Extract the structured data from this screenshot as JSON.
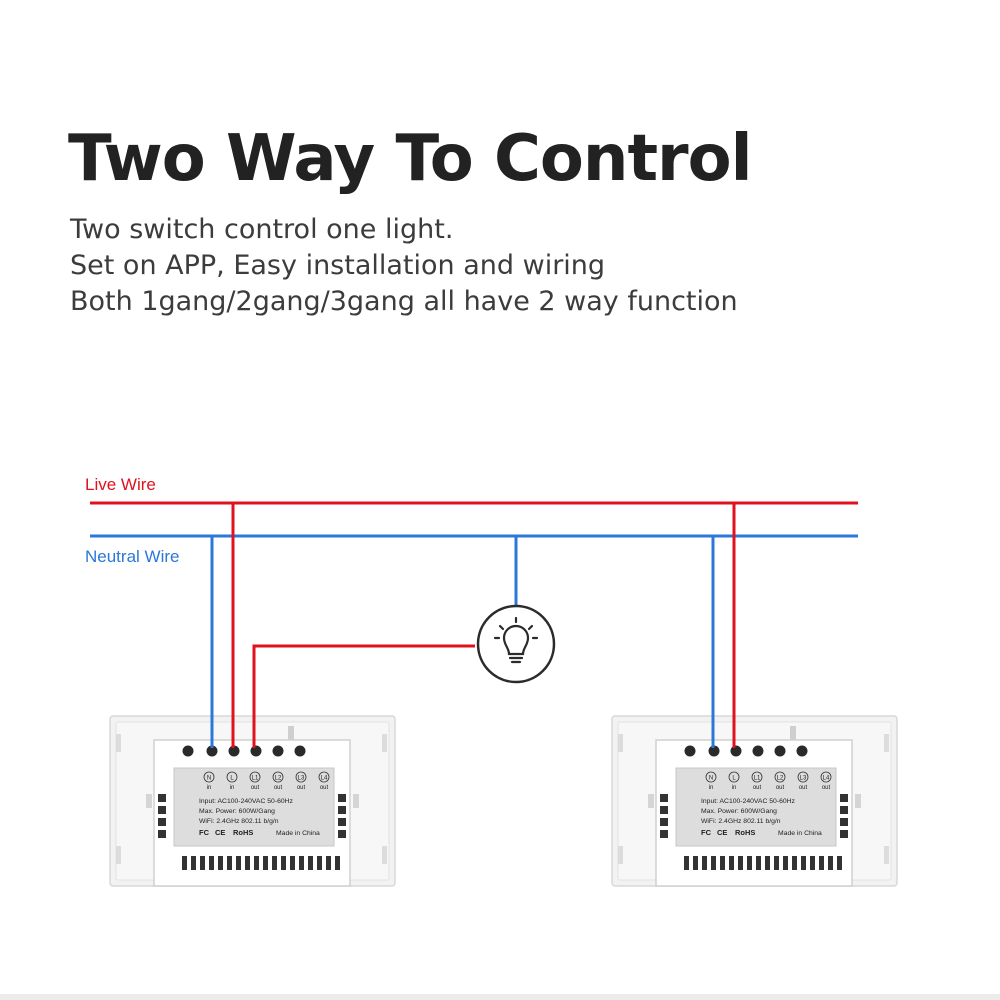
{
  "title": "Two Way To Control",
  "description": [
    "Two switch control one light.",
    "Set on APP, Easy installation and wiring",
    "Both  1gang/2gang/3gang all have 2 way function"
  ],
  "wires": {
    "live_label": "Live Wire",
    "neutral_label": "Neutral Wire",
    "live_color": "#e0121d",
    "neutral_color": "#2a78d8"
  },
  "light": {
    "icon": "light-bulb-icon"
  },
  "switches": [
    {
      "terminals": [
        {
          "code": "N",
          "dir": "in"
        },
        {
          "code": "L",
          "dir": "in"
        },
        {
          "code": "L1",
          "dir": "out"
        },
        {
          "code": "L2",
          "dir": "out"
        },
        {
          "code": "L3",
          "dir": "out"
        },
        {
          "code": "L4",
          "dir": "out"
        }
      ],
      "label_lines": [
        "Input: AC100-240VAC 50-60Hz",
        "Max. Power: 600W/Gang",
        "WiFi: 2.4GHz 802.11 b/g/n"
      ],
      "certs": [
        "FC",
        "CE",
        "RoHS"
      ],
      "made_in": "Made in China"
    },
    {
      "terminals": [
        {
          "code": "N",
          "dir": "in"
        },
        {
          "code": "L",
          "dir": "in"
        },
        {
          "code": "L1",
          "dir": "out"
        },
        {
          "code": "L2",
          "dir": "out"
        },
        {
          "code": "L3",
          "dir": "out"
        },
        {
          "code": "L4",
          "dir": "out"
        }
      ],
      "label_lines": [
        "Input: AC100-240VAC 50-60Hz",
        "Max. Power: 600W/Gang",
        "WiFi: 2.4GHz 802.11 b/g/n"
      ],
      "certs": [
        "FC",
        "CE",
        "RoHS"
      ],
      "made_in": "Made in China"
    }
  ]
}
